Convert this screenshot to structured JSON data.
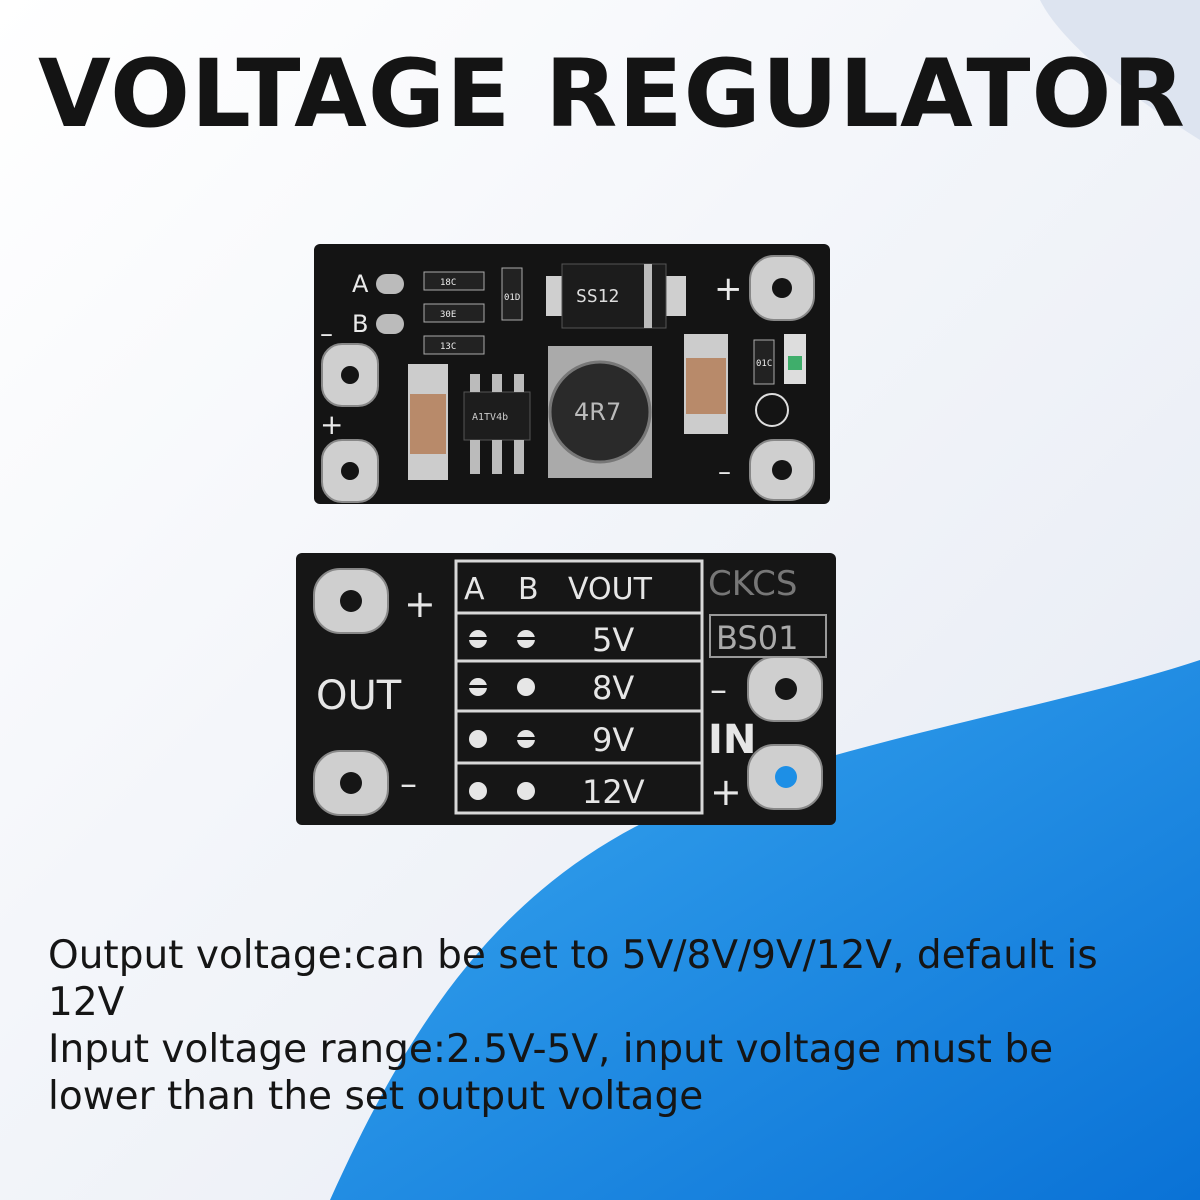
{
  "title": "VOLTAGE REGULATOR",
  "top_board": {
    "labels": {
      "a": "A",
      "b": "B",
      "plus": "+",
      "minus": "–",
      "plus_left": "+",
      "minus_left": "–",
      "minus_right": "–"
    },
    "chips": {
      "diode": "SS12",
      "inductor": "4R7",
      "ic": "A1TV4b",
      "r1": "18C",
      "r2": "30E",
      "r3": "13C",
      "r4": "01D",
      "r5": "01C"
    }
  },
  "bottom_board": {
    "header": {
      "a": "A",
      "b": "B",
      "vout": "VOUT"
    },
    "rows": [
      {
        "vout": "5V"
      },
      {
        "vout": "8V"
      },
      {
        "vout": "9V"
      },
      {
        "vout": "12V"
      }
    ],
    "brand": "CKCS",
    "model": "BS01",
    "out_label": "OUT",
    "in_label": "IN",
    "plus_top": "+",
    "minus_bottom": "–",
    "minus_right": "–",
    "plus_right": "+"
  },
  "description": {
    "line1": "Output voltage:can be set to 5V/8V/9V/12V, default is 12V",
    "line2": "Input voltage range:2.5V-5V, input voltage must be lower than the set output voltage"
  },
  "colors": {
    "board": "#141414",
    "blue": "#1d8fe6",
    "pad": "#d8d8d8",
    "text": "#141414"
  }
}
